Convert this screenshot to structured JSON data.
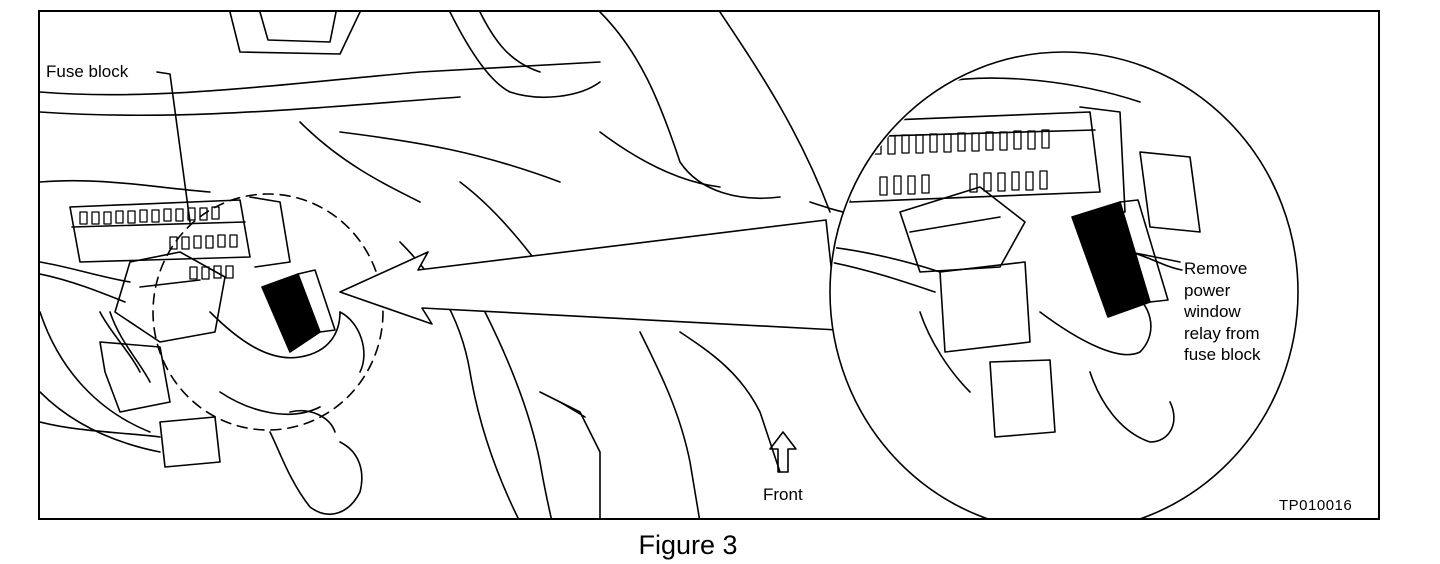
{
  "figure": {
    "caption": "Figure 3",
    "code": "TP010016"
  },
  "labels": {
    "fuse_block": "Fuse block",
    "relay_callout": [
      "Remove",
      "power",
      "window",
      "relay from",
      "fuse block"
    ],
    "front": "Front"
  },
  "icons": {
    "front_arrow": "up-arrow-icon",
    "pointer_arrow": "left-arrow-icon"
  },
  "colors": {
    "line": "#000000",
    "background": "#ffffff"
  }
}
